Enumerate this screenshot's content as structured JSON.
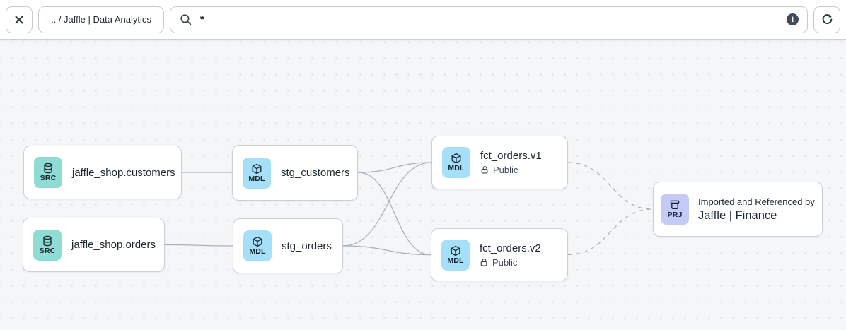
{
  "toolbar": {
    "breadcrumb": ".. / Jaffle | Data Analytics",
    "search_value": "*"
  },
  "nodes": {
    "src_customers": {
      "badge": "SRC",
      "title": "jaffle_shop.customers"
    },
    "src_orders": {
      "badge": "SRC",
      "title": "jaffle_shop.orders"
    },
    "stg_customers": {
      "badge": "MDL",
      "title": "stg_customers"
    },
    "stg_orders": {
      "badge": "MDL",
      "title": "stg_orders"
    },
    "fct_orders_v1": {
      "badge": "MDL",
      "title": "fct_orders.v1",
      "access": "Public"
    },
    "fct_orders_v2": {
      "badge": "MDL",
      "title": "fct_orders.v2",
      "access": "Public"
    },
    "project": {
      "badge": "PRJ",
      "subtitle": "Imported and Referenced by",
      "title": "Jaffle | Finance"
    }
  },
  "edges": [
    {
      "from": "jaffle_shop.customers",
      "to": "stg_customers",
      "style": "solid"
    },
    {
      "from": "jaffle_shop.orders",
      "to": "stg_orders",
      "style": "solid"
    },
    {
      "from": "stg_customers",
      "to": "fct_orders.v1",
      "style": "solid"
    },
    {
      "from": "stg_customers",
      "to": "fct_orders.v2",
      "style": "solid"
    },
    {
      "from": "stg_orders",
      "to": "fct_orders.v1",
      "style": "solid"
    },
    {
      "from": "stg_orders",
      "to": "fct_orders.v2",
      "style": "solid"
    },
    {
      "from": "fct_orders.v1",
      "to": "Jaffle | Finance",
      "style": "dashed"
    },
    {
      "from": "fct_orders.v2",
      "to": "Jaffle | Finance",
      "style": "dashed"
    }
  ],
  "colors": {
    "source_badge": "#8edcd3",
    "model_badge": "#a6dff8",
    "project_badge": "#c3cbf6",
    "edge": "#a9b2bd",
    "canvas_bg": "#f5f6f8",
    "info_icon_bg": "#414b59"
  }
}
